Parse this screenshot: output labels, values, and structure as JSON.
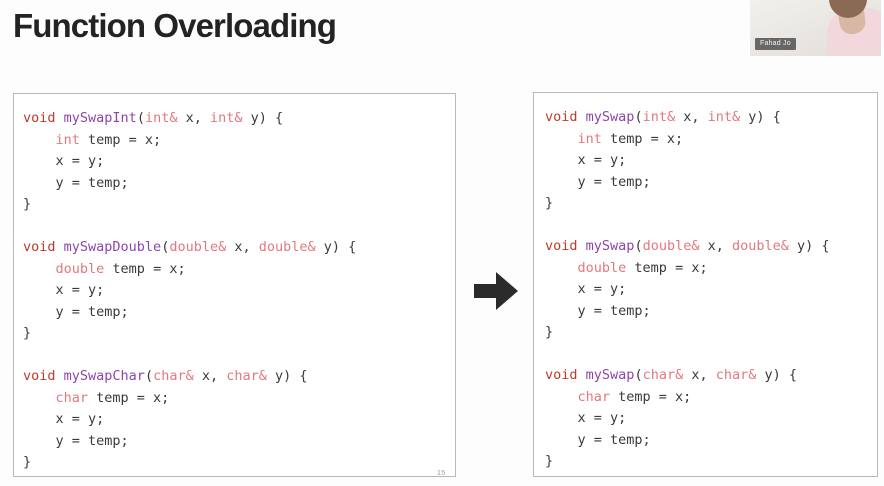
{
  "slide": {
    "title": "Function Overloading",
    "page_number": "15"
  },
  "arrow": {
    "icon": "arrow-right-icon",
    "color": "#2b2b2b"
  },
  "webcam": {
    "participant_name": "Fahad Jo"
  },
  "colors": {
    "keyword": "#c0392b",
    "function_name": "#8e44ad",
    "type": "#e3797f",
    "plain": "#3a3a3a",
    "panel_border": "#b9b9b9",
    "background": "#fdfdfd",
    "title": "#232323"
  },
  "left_panel": {
    "label": "separately-named-swap-functions",
    "functions": [
      {
        "signature": [
          {
            "t": "void",
            "c": "kw"
          },
          {
            "t": " ",
            "c": "plain"
          },
          {
            "t": "mySwapInt",
            "c": "fn"
          },
          {
            "t": "(",
            "c": "plain"
          },
          {
            "t": "int&",
            "c": "type"
          },
          {
            "t": " x, ",
            "c": "plain"
          },
          {
            "t": "int&",
            "c": "type"
          },
          {
            "t": " y) {",
            "c": "plain"
          }
        ],
        "body": [
          [
            {
              "t": "    ",
              "c": "plain"
            },
            {
              "t": "int",
              "c": "type"
            },
            {
              "t": " temp = x;",
              "c": "plain"
            }
          ],
          [
            {
              "t": "    x = y;",
              "c": "plain"
            }
          ],
          [
            {
              "t": "    y = temp;",
              "c": "plain"
            }
          ],
          [
            {
              "t": "}",
              "c": "plain"
            }
          ]
        ]
      },
      {
        "signature": [
          {
            "t": "void",
            "c": "kw"
          },
          {
            "t": " ",
            "c": "plain"
          },
          {
            "t": "mySwapDouble",
            "c": "fn"
          },
          {
            "t": "(",
            "c": "plain"
          },
          {
            "t": "double&",
            "c": "type"
          },
          {
            "t": " x, ",
            "c": "plain"
          },
          {
            "t": "double&",
            "c": "type"
          },
          {
            "t": " y) {",
            "c": "plain"
          }
        ],
        "body": [
          [
            {
              "t": "    ",
              "c": "plain"
            },
            {
              "t": "double",
              "c": "type"
            },
            {
              "t": " temp = x;",
              "c": "plain"
            }
          ],
          [
            {
              "t": "    x = y;",
              "c": "plain"
            }
          ],
          [
            {
              "t": "    y = temp;",
              "c": "plain"
            }
          ],
          [
            {
              "t": "}",
              "c": "plain"
            }
          ]
        ]
      },
      {
        "signature": [
          {
            "t": "void",
            "c": "kw"
          },
          {
            "t": " ",
            "c": "plain"
          },
          {
            "t": "mySwapChar",
            "c": "fn"
          },
          {
            "t": "(",
            "c": "plain"
          },
          {
            "t": "char&",
            "c": "type"
          },
          {
            "t": " x, ",
            "c": "plain"
          },
          {
            "t": "char&",
            "c": "type"
          },
          {
            "t": " y) {",
            "c": "plain"
          }
        ],
        "body": [
          [
            {
              "t": "    ",
              "c": "plain"
            },
            {
              "t": "char",
              "c": "type"
            },
            {
              "t": " temp = x;",
              "c": "plain"
            }
          ],
          [
            {
              "t": "    x = y;",
              "c": "plain"
            }
          ],
          [
            {
              "t": "    y = temp;",
              "c": "plain"
            }
          ],
          [
            {
              "t": "}",
              "c": "plain"
            }
          ]
        ]
      }
    ]
  },
  "right_panel": {
    "label": "overloaded-swap-functions",
    "functions": [
      {
        "signature": [
          {
            "t": "void",
            "c": "kw"
          },
          {
            "t": " ",
            "c": "plain"
          },
          {
            "t": "mySwap",
            "c": "fn"
          },
          {
            "t": "(",
            "c": "plain"
          },
          {
            "t": "int&",
            "c": "type"
          },
          {
            "t": " x, ",
            "c": "plain"
          },
          {
            "t": "int&",
            "c": "type"
          },
          {
            "t": " y) {",
            "c": "plain"
          }
        ],
        "body": [
          [
            {
              "t": "    ",
              "c": "plain"
            },
            {
              "t": "int",
              "c": "type"
            },
            {
              "t": " temp = x;",
              "c": "plain"
            }
          ],
          [
            {
              "t": "    x = y;",
              "c": "plain"
            }
          ],
          [
            {
              "t": "    y = temp;",
              "c": "plain"
            }
          ],
          [
            {
              "t": "}",
              "c": "plain"
            }
          ]
        ]
      },
      {
        "signature": [
          {
            "t": "void",
            "c": "kw"
          },
          {
            "t": " ",
            "c": "plain"
          },
          {
            "t": "mySwap",
            "c": "fn"
          },
          {
            "t": "(",
            "c": "plain"
          },
          {
            "t": "double&",
            "c": "type"
          },
          {
            "t": " x, ",
            "c": "plain"
          },
          {
            "t": "double&",
            "c": "type"
          },
          {
            "t": " y) {",
            "c": "plain"
          }
        ],
        "body": [
          [
            {
              "t": "    ",
              "c": "plain"
            },
            {
              "t": "double",
              "c": "type"
            },
            {
              "t": " temp = x;",
              "c": "plain"
            }
          ],
          [
            {
              "t": "    x = y;",
              "c": "plain"
            }
          ],
          [
            {
              "t": "    y = temp;",
              "c": "plain"
            }
          ],
          [
            {
              "t": "}",
              "c": "plain"
            }
          ]
        ]
      },
      {
        "signature": [
          {
            "t": "void",
            "c": "kw"
          },
          {
            "t": " ",
            "c": "plain"
          },
          {
            "t": "mySwap",
            "c": "fn"
          },
          {
            "t": "(",
            "c": "plain"
          },
          {
            "t": "char&",
            "c": "type"
          },
          {
            "t": " x, ",
            "c": "plain"
          },
          {
            "t": "char&",
            "c": "type"
          },
          {
            "t": " y) {",
            "c": "plain"
          }
        ],
        "body": [
          [
            {
              "t": "    ",
              "c": "plain"
            },
            {
              "t": "char",
              "c": "type"
            },
            {
              "t": " temp = x;",
              "c": "plain"
            }
          ],
          [
            {
              "t": "    x = y;",
              "c": "plain"
            }
          ],
          [
            {
              "t": "    y = temp;",
              "c": "plain"
            }
          ],
          [
            {
              "t": "}",
              "c": "plain"
            }
          ]
        ]
      }
    ]
  }
}
